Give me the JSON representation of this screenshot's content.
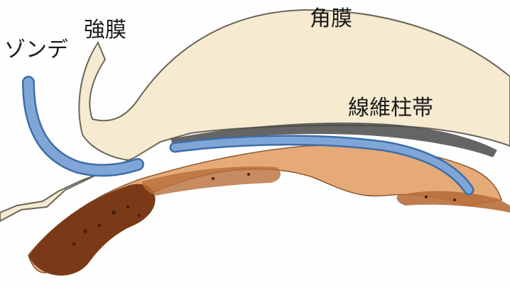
{
  "labels": {
    "probe": "ゾンデ",
    "sclera": "強膜",
    "cornea": "角膜",
    "zonule": "線維柱帯"
  },
  "colors": {
    "background": "#ffffff",
    "cornea_sclera": "#f6ead0",
    "outline": "#6a6658",
    "tissue": "#e6a978",
    "tissue_dark": "#b86e3a",
    "pigment": "#7a3a18",
    "probe": "#7fa6d6",
    "probe_edge": "#3e6ea8",
    "dark_band": "#4a4a4a"
  }
}
